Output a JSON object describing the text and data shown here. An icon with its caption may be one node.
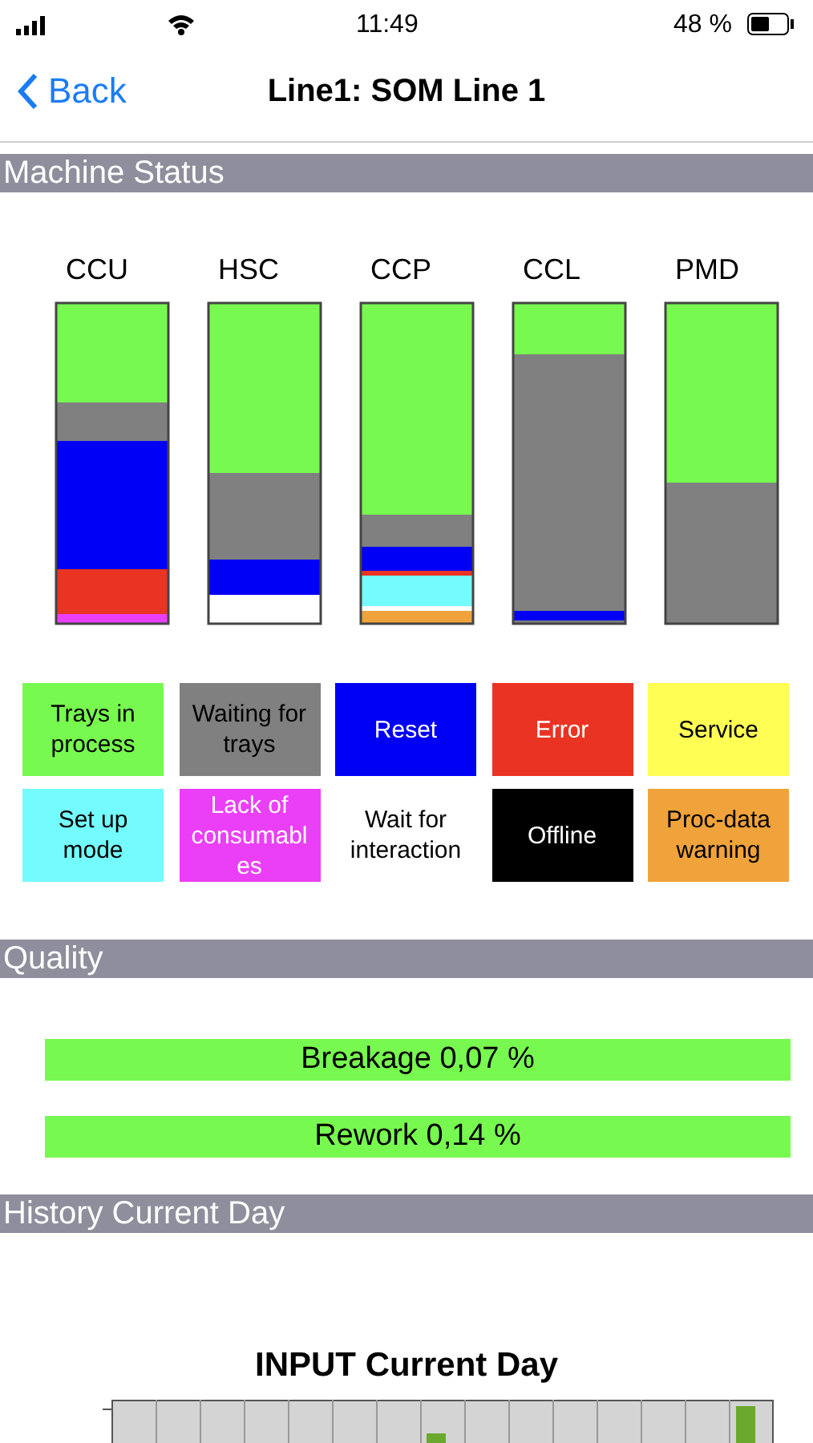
{
  "diagram": {
    "title": "Line1: SOM Line 1",
    "labels": [
      "11:49",
      "48 %",
      "Back",
      "Machine Status",
      "CCU",
      "HSC",
      "CCP",
      "CCL",
      "PMD",
      "Quality",
      "Breakage 0,07 %",
      "Rework 0,14 %",
      "History Current Day",
      "INPUT Current Day"
    ],
    "legend": [
      {
        "text": "Trays in process",
        "color": "#77f94f"
      },
      {
        "text": "Waiting for trays",
        "color": "#808080"
      },
      {
        "text": "Reset",
        "color": "#0000f5"
      },
      {
        "text": "Error",
        "color": "#ea3323"
      },
      {
        "text": "Service",
        "color": "#fffe54"
      },
      {
        "text": "Set up mode",
        "color": "#74fbfd"
      },
      {
        "text": "Lack of consumables",
        "color": "#ea3ff7"
      },
      {
        "text": "Wait for interaction",
        "color": "#ffffff"
      },
      {
        "text": "Offline",
        "color": "#000000"
      },
      {
        "text": "Proc-data warning",
        "color": "#f0a33a"
      }
    ]
  }
}
